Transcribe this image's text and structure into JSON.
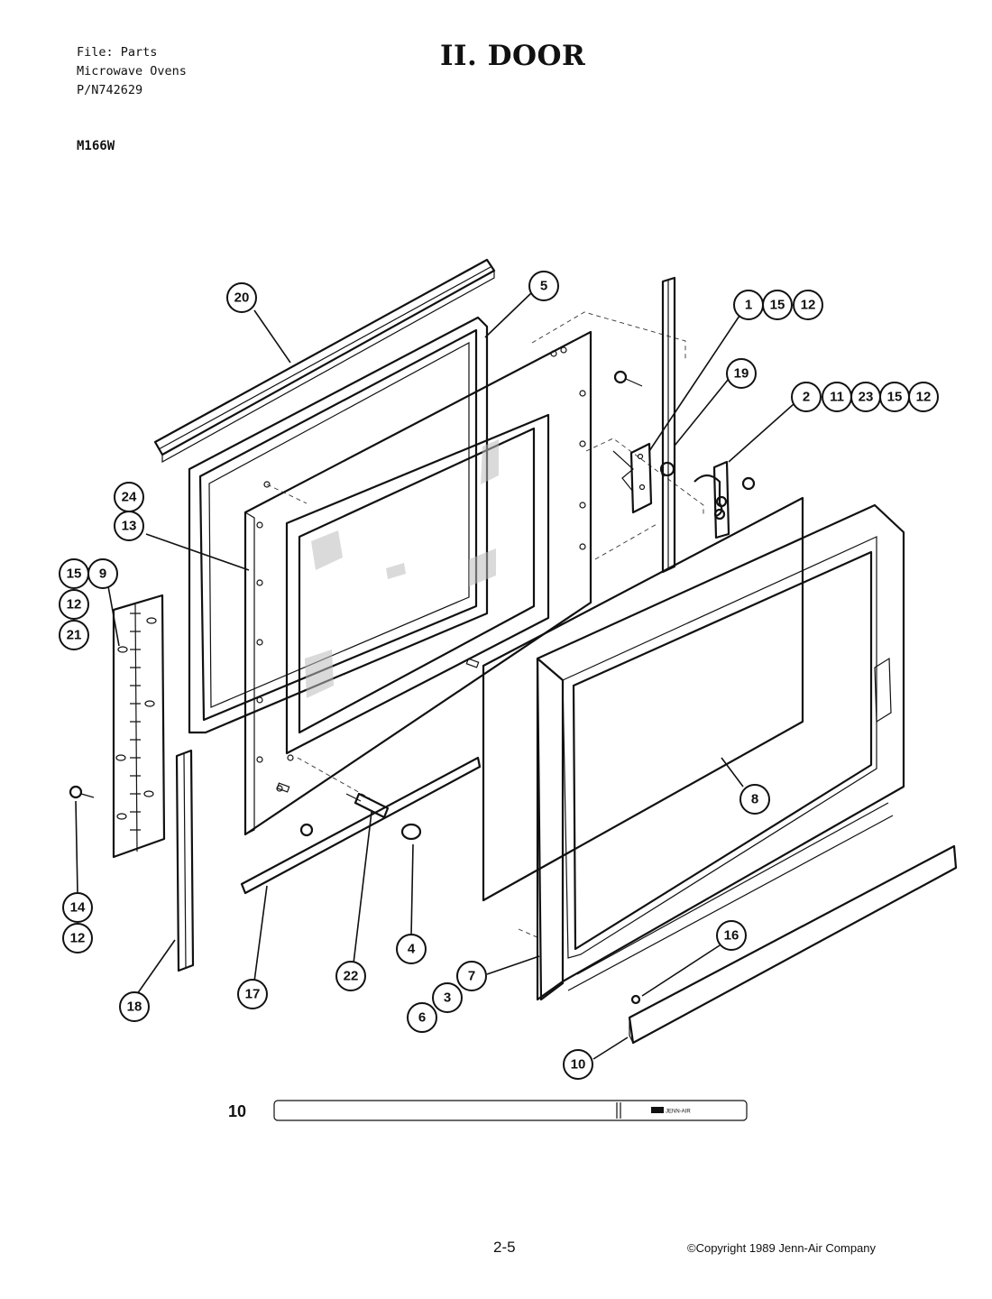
{
  "header": {
    "lines": [
      "File: Parts",
      "Microwave Ovens",
      "P/N742629"
    ],
    "model": "M166W",
    "title": "II. DOOR"
  },
  "callouts": [
    {
      "id": "c20",
      "label": "20"
    },
    {
      "id": "c5",
      "label": "5"
    },
    {
      "id": "c1",
      "label": "1"
    },
    {
      "id": "c15a",
      "label": "15"
    },
    {
      "id": "c12a",
      "label": "12"
    },
    {
      "id": "c19",
      "label": "19"
    },
    {
      "id": "c2",
      "label": "2"
    },
    {
      "id": "c11",
      "label": "11"
    },
    {
      "id": "c23",
      "label": "23"
    },
    {
      "id": "c15b",
      "label": "15"
    },
    {
      "id": "c12b",
      "label": "12"
    },
    {
      "id": "c24",
      "label": "24"
    },
    {
      "id": "c13",
      "label": "13"
    },
    {
      "id": "c15c",
      "label": "15"
    },
    {
      "id": "c9",
      "label": "9"
    },
    {
      "id": "c12c",
      "label": "12"
    },
    {
      "id": "c21",
      "label": "21"
    },
    {
      "id": "c14",
      "label": "14"
    },
    {
      "id": "c12d",
      "label": "12"
    },
    {
      "id": "c18",
      "label": "18"
    },
    {
      "id": "c17",
      "label": "17"
    },
    {
      "id": "c22",
      "label": "22"
    },
    {
      "id": "c4",
      "label": "4"
    },
    {
      "id": "c8",
      "label": "8"
    },
    {
      "id": "c7",
      "label": "7"
    },
    {
      "id": "c3",
      "label": "3"
    },
    {
      "id": "c6",
      "label": "6"
    },
    {
      "id": "c16",
      "label": "16"
    },
    {
      "id": "c10",
      "label": "10"
    }
  ],
  "strip": {
    "label": "10",
    "logo": "JENN-AIR"
  },
  "footer": {
    "page": "2-5",
    "copyright": "©Copyright 1989 Jenn-Air Company"
  }
}
